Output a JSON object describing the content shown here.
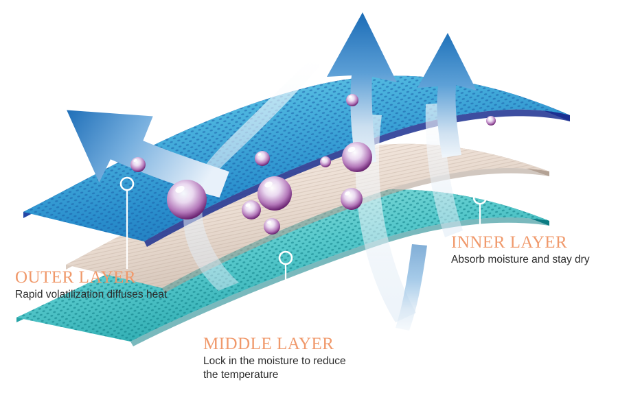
{
  "diagram": {
    "kind": "three-layer-fabric-technology-illustration",
    "background_color": "#ffffff",
    "layers": [
      {
        "id": "outer",
        "name": "Outer layer (blue mesh face fabric)",
        "fill_top": "#5fc3e4",
        "fill_bottom": "#1f7fc4",
        "edge_color": "#1b2f8f",
        "dot_color": "#1a5fa8",
        "texture": "perforated-dot-mesh"
      },
      {
        "id": "middle",
        "name": "Middle layer (cream wadding)",
        "fill_top": "#f6eae2",
        "fill_bottom": "#cfc0b4",
        "edge_color": "#b9a89a",
        "texture": "fine-horizontal-fibre-lines"
      },
      {
        "id": "inner",
        "name": "Inner layer (teal mesh lining)",
        "fill_top": "#8fe0dc",
        "fill_bottom": "#16a0a6",
        "edge_color": "#0c7f86",
        "dot_color": "#0d7b84",
        "texture": "perforated-dot-mesh"
      }
    ],
    "arrows": {
      "color_dark": "#1f6fb8",
      "color_light": "#cfe3f3",
      "count": 3,
      "meaning": "heat and moisture vapour escaping upward through the fabric"
    },
    "droplets": {
      "rim_color": "#7b2d7e",
      "core_color": "#e9d6ef",
      "highlight_color": "#ffffff",
      "count": 11,
      "meaning": "water beading on the outer surface"
    },
    "marker": {
      "ring_color": "#ffffff",
      "line_color": "#ffffff",
      "shape": "circle-with-leader-line"
    }
  },
  "callouts": [
    {
      "id": "outer",
      "title": "OUTER LAYER",
      "desc": "Rapid volatilization diffuses heat",
      "title_color": "#f0996b"
    },
    {
      "id": "middle",
      "title": "MIDDLE LAYER",
      "desc": "Lock in the moisture to reduce\nthe temperature",
      "title_color": "#f0996b"
    },
    {
      "id": "inner",
      "title": "INNER LAYER",
      "desc": "Absorb moisture and stay dry",
      "title_color": "#f0996b"
    }
  ]
}
